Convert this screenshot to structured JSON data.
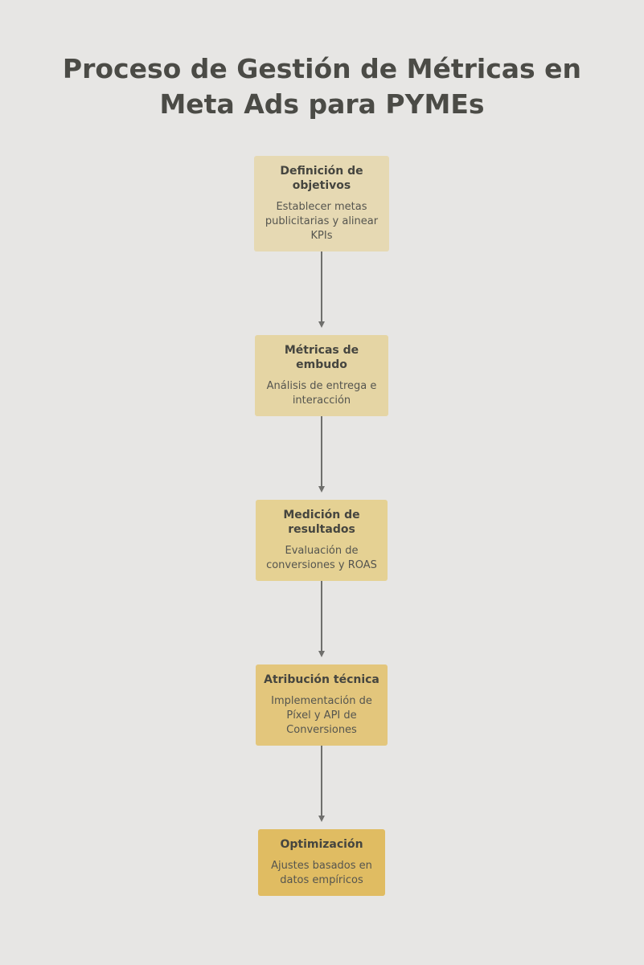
{
  "title": {
    "line1": "Proceso de Gestión de Métricas en",
    "line2": "Meta Ads para PYMEs"
  },
  "steps": [
    {
      "title": "Definición de objetivos",
      "description": "Establecer metas publicitarias y alinear KPIs",
      "color": "#e6d9b3"
    },
    {
      "title": "Métricas de embudo",
      "description": "Análisis de entrega e interacción",
      "color": "#e5d5a4"
    },
    {
      "title": "Medición de resultados",
      "description": "Evaluación de conversiones y ROAS",
      "color": "#e5d193"
    },
    {
      "title": "Atribución técnica",
      "description": "Implementación de Píxel y API de Conversiones",
      "color": "#e3c67c"
    },
    {
      "title": "Optimización",
      "description": "Ajustes basados en datos empíricos",
      "color": "#e0bc62"
    }
  ],
  "arrow_color": "#6f6f6c"
}
